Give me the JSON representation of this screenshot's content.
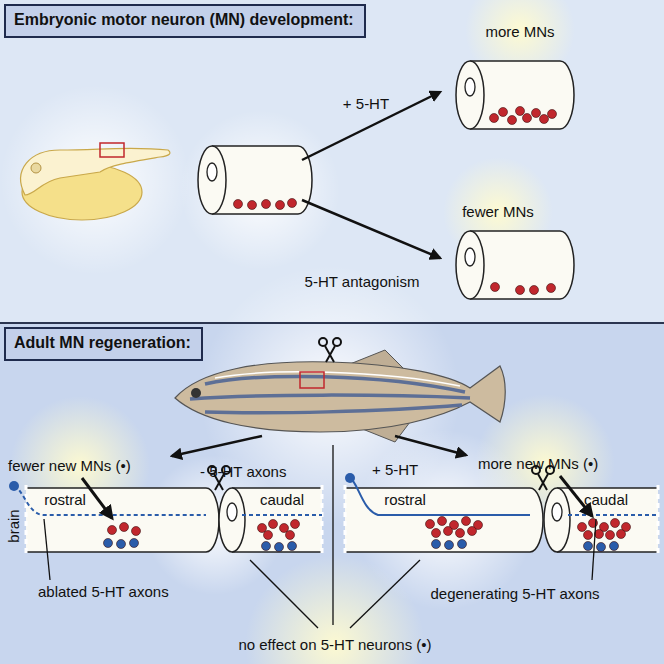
{
  "diagram": {
    "nodes": [
      {
        "text": [
          "Embryonic motor neuron (MN) development:"
        ]
      },
      {
        "text": [
          "Adult MN regeneration:"
        ]
      }
    ],
    "labels": [
      "+ 5-HT",
      "more MNs",
      "5-HT antagonism",
      "fewer MNs",
      "fewer new MNs (•)",
      "- 5-HT axons",
      "+ 5-HT",
      "more new MNs (•)",
      "rostral",
      "caudal",
      "brain",
      "ablated 5-HT axons",
      "rostral",
      "caudal",
      "degenerating 5-HT axons",
      "no effect on 5-HT neurons (•)"
    ]
  }
}
